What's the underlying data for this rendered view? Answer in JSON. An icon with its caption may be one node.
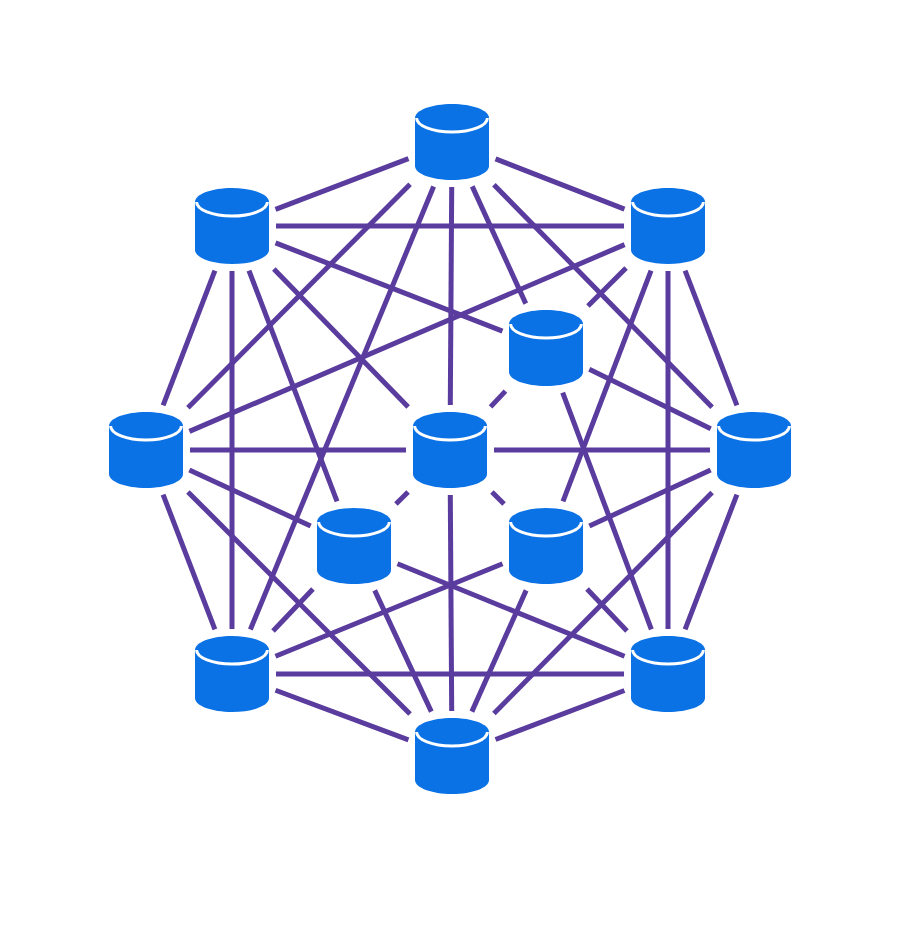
{
  "diagram": {
    "nodes": [
      {
        "text": [],
        "shape": "cylinder"
      },
      {
        "text": [],
        "shape": "cylinder"
      },
      {
        "text": [],
        "shape": "cylinder"
      },
      {
        "text": [],
        "shape": "cylinder"
      },
      {
        "text": [],
        "shape": "cylinder"
      },
      {
        "text": [],
        "shape": "cylinder"
      },
      {
        "text": [],
        "shape": "cylinder"
      },
      {
        "text": [],
        "shape": "cylinder"
      },
      {
        "text": [],
        "shape": "cylinder"
      },
      {
        "text": [],
        "shape": "cylinder"
      },
      {
        "text": [],
        "shape": "cylinder"
      },
      {
        "text": [],
        "shape": "cylinder"
      }
    ],
    "edges": [
      {
        "from": 0,
        "to": 1,
        "arrow": "none"
      },
      {
        "from": 0,
        "to": 2,
        "arrow": "none"
      },
      {
        "from": 0,
        "to": 3,
        "arrow": "none"
      },
      {
        "from": 0,
        "to": 4,
        "arrow": "none"
      },
      {
        "from": 0,
        "to": 5,
        "arrow": "none"
      },
      {
        "from": 0,
        "to": 6,
        "arrow": "none"
      },
      {
        "from": 0,
        "to": 9,
        "arrow": "none"
      },
      {
        "from": 1,
        "to": 2,
        "arrow": "none"
      },
      {
        "from": 1,
        "to": 3,
        "arrow": "none"
      },
      {
        "from": 1,
        "to": 4,
        "arrow": "none"
      },
      {
        "from": 1,
        "to": 5,
        "arrow": "none"
      },
      {
        "from": 1,
        "to": 7,
        "arrow": "none"
      },
      {
        "from": 1,
        "to": 9,
        "arrow": "none"
      },
      {
        "from": 2,
        "to": 3,
        "arrow": "none"
      },
      {
        "from": 2,
        "to": 4,
        "arrow": "none"
      },
      {
        "from": 2,
        "to": 6,
        "arrow": "none"
      },
      {
        "from": 2,
        "to": 8,
        "arrow": "none"
      },
      {
        "from": 2,
        "to": 10,
        "arrow": "none"
      },
      {
        "from": 3,
        "to": 5,
        "arrow": "none"
      },
      {
        "from": 3,
        "to": 6,
        "arrow": "none"
      },
      {
        "from": 3,
        "to": 10,
        "arrow": "none"
      },
      {
        "from": 4,
        "to": 5,
        "arrow": "none"
      },
      {
        "from": 4,
        "to": 7,
        "arrow": "none"
      },
      {
        "from": 4,
        "to": 9,
        "arrow": "none"
      },
      {
        "from": 4,
        "to": 11,
        "arrow": "none"
      },
      {
        "from": 5,
        "to": 6,
        "arrow": "none"
      },
      {
        "from": 5,
        "to": 7,
        "arrow": "none"
      },
      {
        "from": 5,
        "to": 8,
        "arrow": "none"
      },
      {
        "from": 5,
        "to": 11,
        "arrow": "none"
      },
      {
        "from": 6,
        "to": 8,
        "arrow": "none"
      },
      {
        "from": 6,
        "to": 10,
        "arrow": "none"
      },
      {
        "from": 6,
        "to": 11,
        "arrow": "none"
      },
      {
        "from": 7,
        "to": 9,
        "arrow": "none"
      },
      {
        "from": 7,
        "to": 10,
        "arrow": "none"
      },
      {
        "from": 7,
        "to": 11,
        "arrow": "none"
      },
      {
        "from": 8,
        "to": 9,
        "arrow": "none"
      },
      {
        "from": 8,
        "to": 10,
        "arrow": "none"
      },
      {
        "from": 8,
        "to": 11,
        "arrow": "none"
      },
      {
        "from": 9,
        "to": 10,
        "arrow": "none"
      },
      {
        "from": 9,
        "to": 11,
        "arrow": "none"
      },
      {
        "from": 10,
        "to": 11,
        "arrow": "none"
      }
    ]
  }
}
